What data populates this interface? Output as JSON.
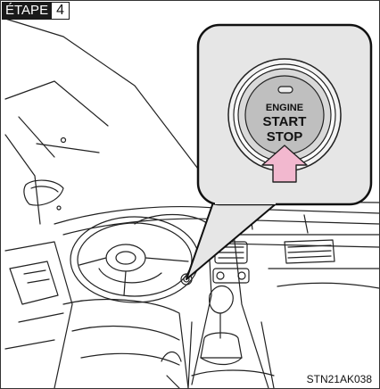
{
  "step": {
    "word": "ÉTAPE",
    "number": "4"
  },
  "button": {
    "line1": "ENGINE",
    "line2": "START",
    "line3": "STOP"
  },
  "figure_code": "STN21AK038",
  "colors": {
    "arrow": "#f2b8cf",
    "callout_bg": "#e6e6e6",
    "button_bg": "#bfbfbf",
    "tag": "#1a1a1a"
  },
  "icons": [
    "push-arrow-icon",
    "power-indicator-icon"
  ]
}
